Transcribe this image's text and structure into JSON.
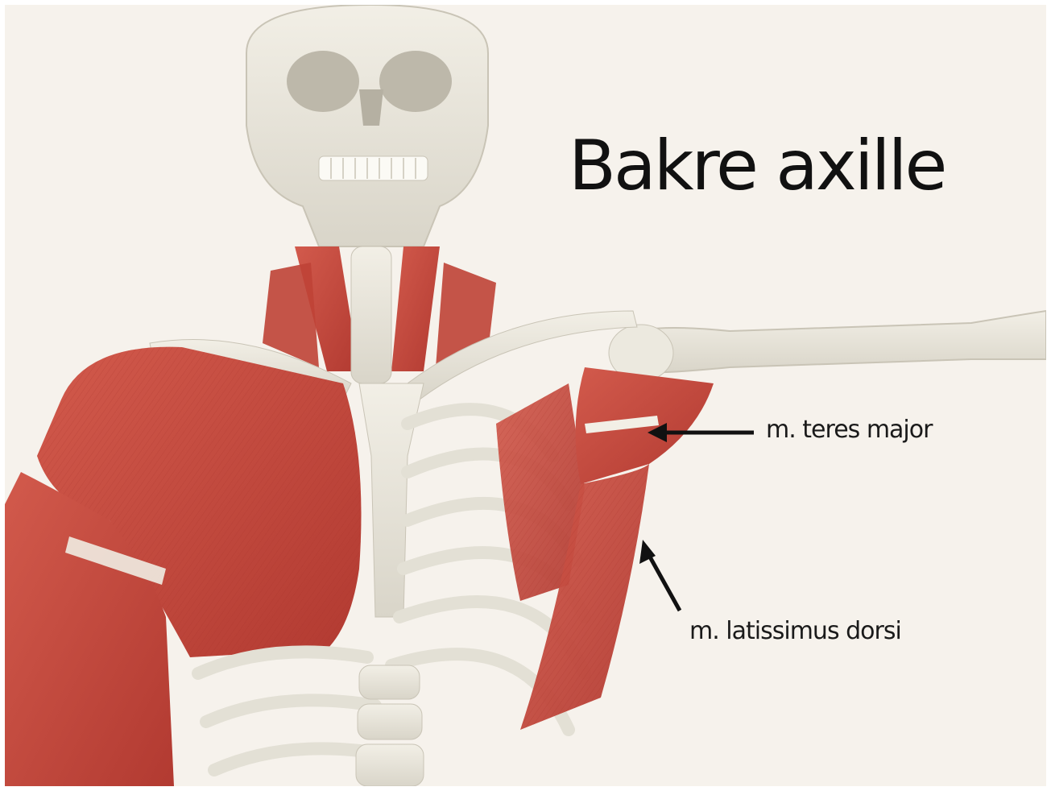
{
  "title": "Bakre axille",
  "labels": {
    "teres_major": "m. teres major",
    "latissimus_dorsi": "m. latissimus dorsi"
  },
  "colors": {
    "background": "#f6f2ec",
    "bone": "#e9e6dc",
    "muscle": "#c8473c",
    "text": "#111111"
  }
}
